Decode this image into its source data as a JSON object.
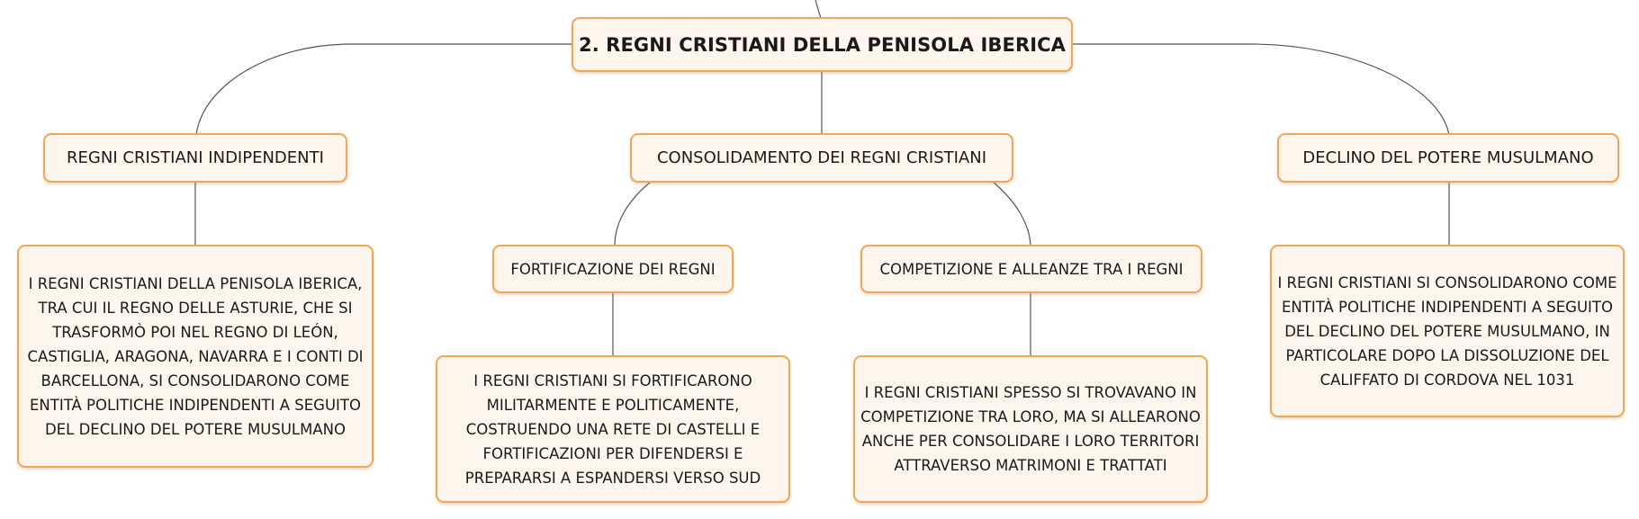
{
  "root": {
    "label": "2. REGNI CRISTIANI DELLA PENISOLA IBERICA"
  },
  "branches": {
    "independent": {
      "label": "REGNI CRISTIANI INDIPENDENTI",
      "detail": "I REGNI CRISTIANI DELLA PENISOLA IBERICA, TRA CUI IL REGNO DELLE ASTURIE, CHE SI TRASFORMÒ POI NEL REGNO DI LEÓN, CASTIGLIA, ARAGONA, NAVARRA E I CONTI DI BARCELLONA, SI CONSOLIDARONO COME ENTITÀ POLITICHE INDIPENDENTI A SEGUITO DEL DECLINO DEL POTERE MUSULMANO"
    },
    "consolidation": {
      "label": "CONSOLIDAMENTO DEI REGNI CRISTIANI",
      "children": {
        "fortification": {
          "label": "FORTIFICAZIONE DEI REGNI",
          "detail": "I REGNI CRISTIANI SI FORTIFICARONO MILITARMENTE E POLITICAMENTE, COSTRUENDO UNA RETE DI CASTELLI E FORTIFICAZIONI PER DIFENDERSI E PREPARARSI A ESPANDERSI VERSO SUD"
        },
        "competition": {
          "label": "COMPETIZIONE E ALLEANZE TRA I REGNI",
          "detail": "I REGNI CRISTIANI SPESSO SI TROVAVANO IN COMPETIZIONE TRA LORO, MA SI ALLEARONO ANCHE PER CONSOLIDARE I LORO TERRITORI ATTRAVERSO MATRIMONI E TRATTATI"
        }
      }
    },
    "decline": {
      "label": "DECLINO DEL POTERE MUSULMANO",
      "detail": "I REGNI CRISTIANI SI CONSOLIDARONO COME ENTITÀ POLITICHE INDIPENDENTI A SEGUITO DEL DECLINO DEL POTERE MUSULMANO, IN PARTICOLARE DOPO LA DISSOLUZIONE DEL CALIFFATO DI CORDOVA NEL 1031"
    }
  },
  "colors": {
    "node_fill": "#fef6ec",
    "node_border": "#f0a858",
    "connector": "#555555"
  }
}
